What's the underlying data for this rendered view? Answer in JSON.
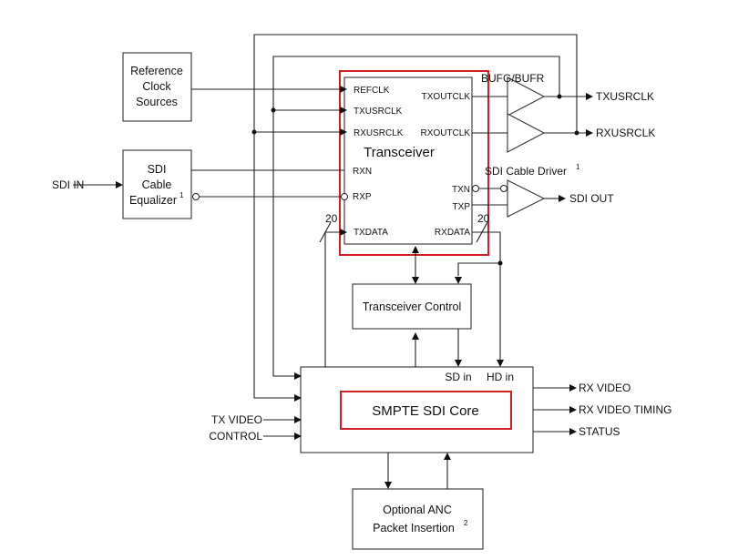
{
  "blocks": {
    "reference_clock": [
      "Reference",
      "Clock",
      "Sources"
    ],
    "sdi_equalizer": [
      "SDI",
      "Cable",
      "Equalizer"
    ],
    "equalizer_sup": "1",
    "transceiver": "Transceiver",
    "transceiver_control": "Transceiver Control",
    "smpte_core": "SMPTE SDI Core",
    "anc_insertion": [
      "Optional ANC",
      "Packet Insertion"
    ],
    "anc_sup": "2",
    "bufg": "BUFG/BUFR",
    "cable_driver": "SDI Cable Driver",
    "cable_driver_sup": "1"
  },
  "transceiver_pins": {
    "refclk": "REFCLK",
    "txusrclk": "TXUSRCLK",
    "rxusrclk": "RXUSRCLK",
    "rxn": "RXN",
    "rxp": "RXP",
    "txdata": "TXDATA",
    "txoutclk": "TXOUTCLK",
    "rxoutclk": "RXOUTCLK",
    "txn": "TXN",
    "txp": "TXP",
    "rxdata": "RXDATA"
  },
  "bus_widths": {
    "tx": "20",
    "rx": "20"
  },
  "core_inputs": {
    "sd_in": "SD in",
    "hd_in": "HD in"
  },
  "signals": {
    "sdi_in": "SDI IN",
    "sdi_out": "SDI OUT",
    "txusrclk_out": "TXUSRCLK",
    "rxusrclk_out": "RXUSRCLK",
    "tx_video": "TX VIDEO",
    "control": "CONTROL",
    "rx_video": "RX VIDEO",
    "rx_video_timing": "RX VIDEO TIMING",
    "status": "STATUS"
  }
}
